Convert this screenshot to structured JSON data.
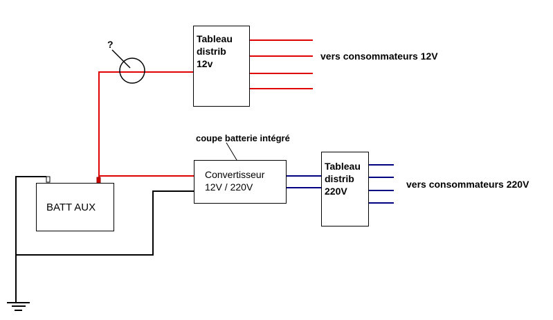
{
  "diagram": {
    "colors": {
      "wire_12v": "#e00000",
      "wire_220v": "#000080",
      "wire_ground": "#000000"
    },
    "components": {
      "fuse_question": "?",
      "tableau_12v": {
        "line1": "Tableau",
        "line2": "distrib",
        "line3": "12v"
      },
      "converter": {
        "line1": "Convertisseur",
        "line2": "12V / 220V"
      },
      "tableau_220v": {
        "line1": "Tableau",
        "line2": "distrib",
        "line3": "220V"
      },
      "battery": {
        "label": "BATT AUX"
      }
    },
    "annotations": {
      "consumers_12v": "vers consommateurs 12V",
      "consumers_220v": "vers consommateurs 220V",
      "converter_note": "coupe batterie intégré"
    }
  }
}
